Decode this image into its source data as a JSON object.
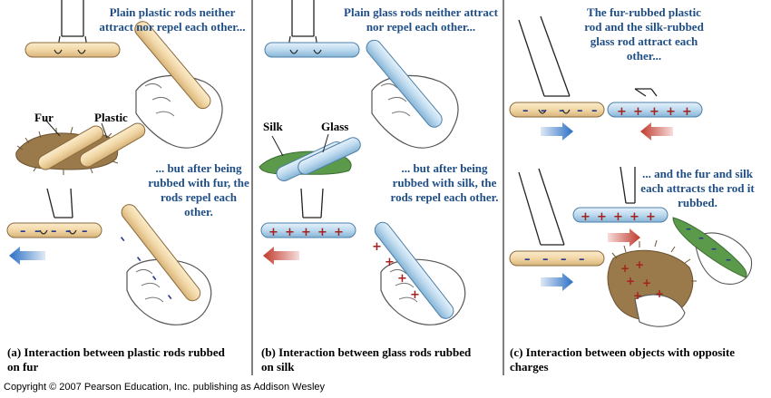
{
  "panel_a": {
    "note_top": "Plain plastic rods neither attract nor repel each other...",
    "label_fur": "Fur",
    "label_plastic": "Plastic",
    "note_bottom": "... but after being rubbed with fur, the rods repel each other.",
    "caption": "(a) Interaction between plastic rods rubbed\non fur"
  },
  "panel_b": {
    "note_top": "Plain glass rods neither attract nor repel each other...",
    "label_silk": "Silk",
    "label_glass": "Glass",
    "note_bottom": "... but after being rubbed with silk, the rods repel each other.",
    "caption": "(b) Interaction between glass rods rubbed\non silk"
  },
  "panel_c": {
    "note_top": "The fur-rubbed plastic rod and the silk-rubbed glass rod attract each other...",
    "note_bottom": "... and the fur and silk each attracts the rod it rubbed.",
    "caption": "(c) Interaction between objects with opposite\ncharges"
  },
  "copyright": "Copyright © 2007 Pearson Education, Inc. publishing as Addison Wesley",
  "colors": {
    "text_blue": "#1f4e86",
    "plastic_rod": "#f1d7a6",
    "glass_rod": "#bcd9ee",
    "plus": "#a3221e",
    "minus": "#2a3a8c",
    "arrow_blue": "#2a6fc4",
    "arrow_red": "#c0392b",
    "fur": "#9a7a4a",
    "silk": "#5a9a4a"
  }
}
